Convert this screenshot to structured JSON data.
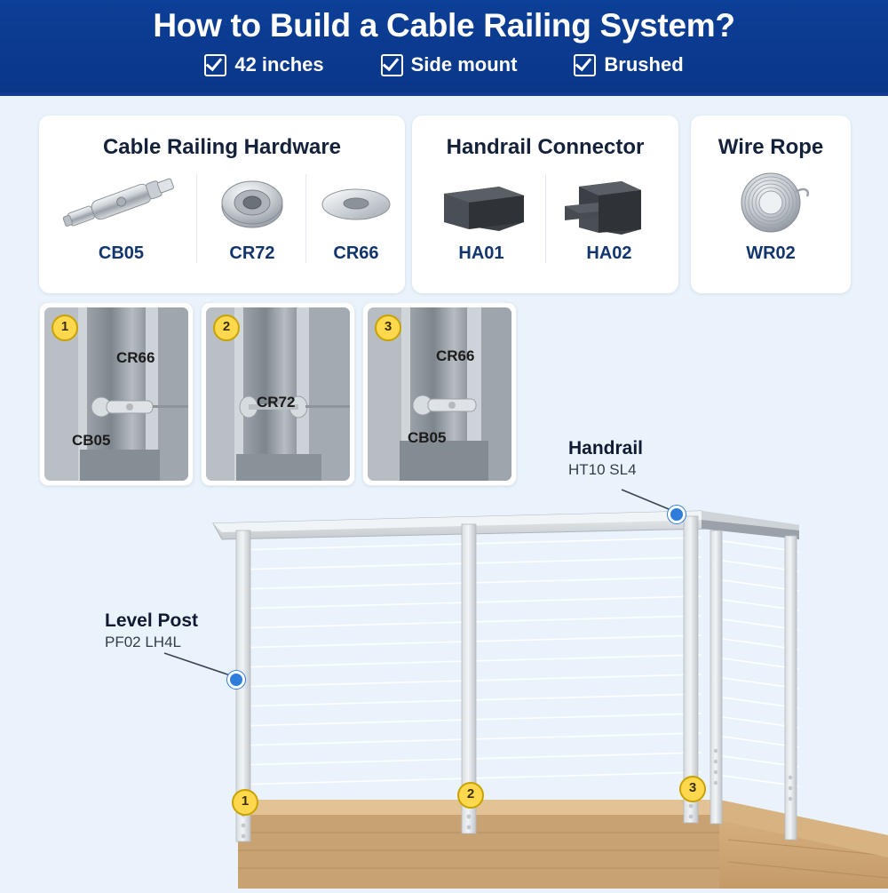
{
  "header": {
    "title": "How to Build a Cable Railing System?",
    "options": [
      {
        "label": "42 inches",
        "icon": "checkbox-checked-icon"
      },
      {
        "label": "Side mount",
        "icon": "checkbox-checked-icon"
      },
      {
        "label": "Brushed",
        "icon": "checkbox-checked-icon"
      }
    ],
    "bg_color": "#0b3c91",
    "text_color": "#ffffff"
  },
  "cards": [
    {
      "title": "Cable Railing Hardware",
      "items": [
        {
          "code": "CB05",
          "icon": "swage-stud-terminal-icon"
        },
        {
          "code": "CR72",
          "icon": "beveled-washer-icon"
        },
        {
          "code": "CR66",
          "icon": "flat-washer-icon"
        }
      ]
    },
    {
      "title": "Handrail Connector",
      "items": [
        {
          "code": "HA01",
          "icon": "rectangular-block-icon"
        },
        {
          "code": "HA02",
          "icon": "l-shaped-block-icon"
        }
      ]
    },
    {
      "title": "Wire Rope",
      "items": [
        {
          "code": "WR02",
          "icon": "cable-coil-icon"
        }
      ]
    }
  ],
  "steps": [
    {
      "number": "1",
      "labels": [
        "CR66",
        "CB05"
      ]
    },
    {
      "number": "2",
      "labels": [
        "CR72"
      ]
    },
    {
      "number": "3",
      "labels": [
        "CR66",
        "CB05"
      ]
    }
  ],
  "callouts": [
    {
      "title": "Handrail",
      "sub": "HT10 SL4"
    },
    {
      "title": "Level Post",
      "sub": "PF02 LH4L"
    }
  ],
  "scene_badges": [
    "1",
    "2",
    "3"
  ],
  "colors": {
    "page_bg": "#eaf3fb",
    "header_bg": "#0b3c91",
    "code_text": "#12356e",
    "badge_bg": "#ffd84d",
    "dot_blue": "#2f7ddb"
  }
}
